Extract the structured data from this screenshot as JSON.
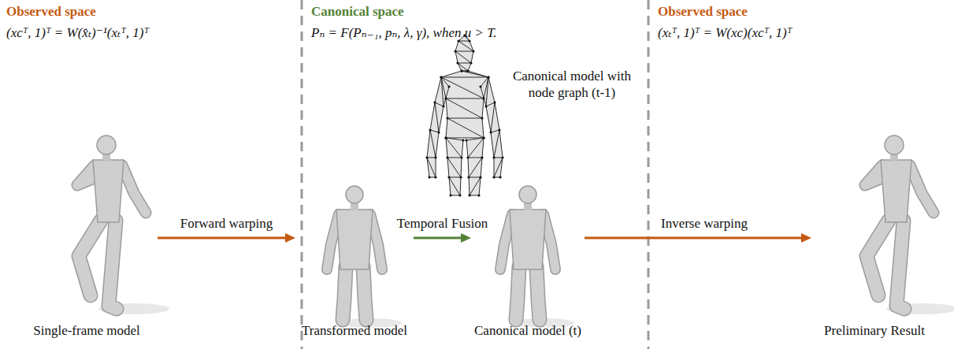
{
  "diagram": {
    "nodes": [
      {
        "text": [
          "Single-frame model"
        ]
      },
      {
        "text": [
          "Transformed model"
        ]
      },
      {
        "text": [
          "Canonical model (t)"
        ]
      },
      {
        "text": [
          "Preliminary Result"
        ]
      }
    ],
    "edges": [
      {
        "from": 0,
        "to": 1,
        "label": "Forward warping",
        "arrow": "to"
      },
      {
        "from": 1,
        "to": 2,
        "label": "Temporal Fusion",
        "arrow": "to"
      },
      {
        "from": 2,
        "to": 3,
        "label": "Inverse warping",
        "arrow": "to"
      }
    ],
    "labels": [
      "Observed space",
      "(xcᵀ, 1)ᵀ = W(x̂ₜ)⁻¹(xₜᵀ, 1)ᵀ",
      "Canonical space",
      "Pₙ = F(Pₙ₋₁, pₙ, λ, γ), when u > T.",
      "Canonical model with node graph (t-1)",
      "Observed space",
      "(xₜᵀ, 1)ᵀ = W(xc)(xcᵀ, 1)ᵀ"
    ]
  }
}
